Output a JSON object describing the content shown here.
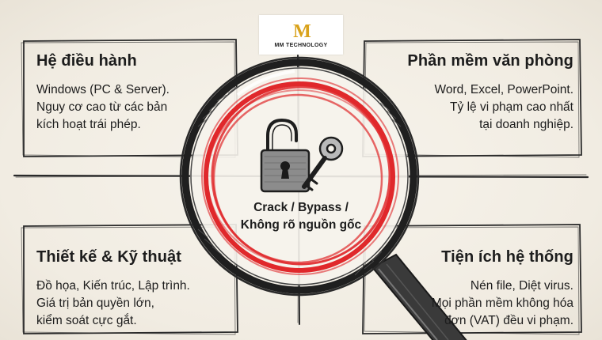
{
  "logo": {
    "mark": "M",
    "text": "MM TECHNOLOGY"
  },
  "center": {
    "line1": "Crack / Bypass /",
    "line2": "Không rõ nguồn gốc"
  },
  "quadrants": {
    "top_left": {
      "title": "Hệ điều hành",
      "lines": [
        "Windows (PC & Server).",
        "Nguy cơ cao từ các bản",
        "kích hoạt trái phép."
      ]
    },
    "top_right": {
      "title": "Phần mềm văn phòng",
      "lines": [
        "Word, Excel, PowerPoint.",
        "Tỷ lệ vi phạm cao nhất",
        "tại doanh nghiệp."
      ]
    },
    "bottom_left": {
      "title": "Thiết kế & Kỹ thuật",
      "lines": [
        "Đồ họa, Kiến trúc, Lập trình.",
        "Giá trị bản quyền lớn,",
        "kiểm soát cực gắt."
      ]
    },
    "bottom_right": {
      "title": "Tiện ích hệ thống",
      "lines": [
        "Nén file, Diệt virus.",
        "Mọi phần mềm không hóa",
        "đơn (VAT) đều vi phạm."
      ]
    }
  },
  "colors": {
    "accent_red": "#e0282b",
    "logo_gold": "#d9a21b",
    "ink": "#1d1d1d",
    "paper": "#f3efe6"
  },
  "icons": [
    "padlock-icon",
    "key-icon",
    "magnifier-icon"
  ]
}
